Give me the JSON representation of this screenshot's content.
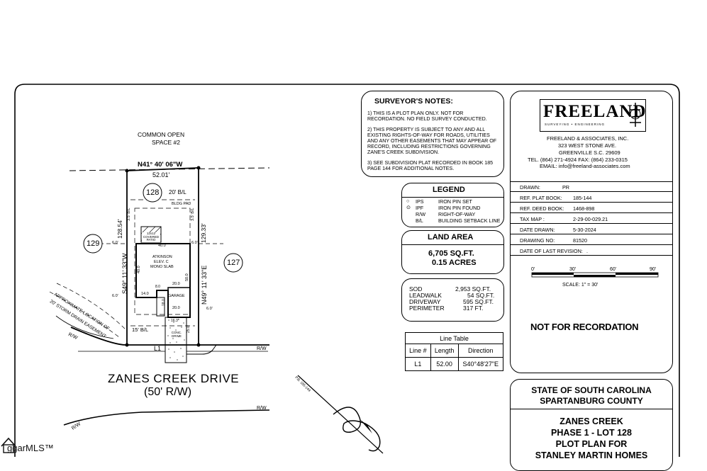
{
  "watermark": "ggarMLS™",
  "plan": {
    "common_space_line1": "COMMON OPEN",
    "common_space_line2": "SPACE #2",
    "north_bearing": "N41° 40' 06\"W",
    "north_distance": "52.01'",
    "lot_128": "128",
    "lot_129": "129",
    "lot_127": "127",
    "rear_setback": "20' B/L",
    "bldg_pad": "BLDG PAD",
    "west_bearing": "S49° 11' 33\"W",
    "west_distance": "128.54'",
    "east_bearing": "N49° 11' 33\"E",
    "east_distance": "129.33'",
    "side_setback_left": "3.5' B/L",
    "side_setback_right": "3.5' B/L",
    "covered_patio": "12x12 COVERED PATIO",
    "house_width": "40.0",
    "house_line1": "ATKINSON",
    "house_line2": "ELEV. C",
    "house_line3": "MONO SLAB",
    "house_depth": "40.0",
    "house_depth_right": "50.0",
    "garage": "GARAGE",
    "garage_width": "20.0",
    "garage_inset": "8.0",
    "garage_step": "14.0",
    "garage_side": "18.0",
    "garage_front": "20.0",
    "offset_left_1": "6.0'",
    "offset_left_2": "6.0'",
    "offset_right_1": "6.0'",
    "offset_right_2": "6.0'",
    "front_setback": "15' B/L",
    "drive_dim": "16.3'",
    "drive_depth": "25.0'",
    "drive_label": "CONC. DRIVE",
    "easement_line1": "APPROXIMATE LOCATION OF",
    "easement_line2": "20' STORM DRAIN EASEMENT",
    "rw_left": "R/W",
    "rw_right": "R/W",
    "rw_bottom_right": "R/W",
    "rw_bottom_left": "R/W",
    "line_label": "L1",
    "street_name": "ZANES CREEK DRIVE",
    "street_row": "(50' R/W)",
    "pointer_label": "P.B. 185-144"
  },
  "surveyor_notes": {
    "title": "SURVEYOR'S NOTES:",
    "notes": [
      "1) THIS IS A PLOT PLAN ONLY. NOT FOR\nRECORDATION. NO FIELD SURVEY CONDUCTED.",
      "2) THIS PROPERTY IS SUBJECT TO ANY AND ALL\nEXISTING RIGHTS-OF-WAY FOR ROADS, UTILITIES\nAND ANY OTHER EASEMENTS THAT MAY APPEAR OF\nRECORD, INCLUDING RESTRICTIONS GOVERNING\nZANE'S CREEK SUBDIVISION.",
      "3) SEE SUBDIVISION PLAT RECORDED IN BOOK 185\nPAGE 144 FOR ADDITIONAL NOTES."
    ]
  },
  "legend": {
    "title": "LEGEND",
    "items": [
      {
        "symbol": "IPS",
        "desc": "IRON PIN SET"
      },
      {
        "symbol": "IPF",
        "desc": "IRON PIN FOUND"
      },
      {
        "symbol": "R/W",
        "desc": "RIGHT-OF-WAY"
      },
      {
        "symbol": "B/L",
        "desc": "BUILDING SETBACK LINE"
      }
    ]
  },
  "land_area": {
    "title": "LAND AREA",
    "sqft": "6,705 SQ.FT.",
    "acres": "0.15 ACRES"
  },
  "areas": [
    {
      "label": "SOD",
      "value": "2,953 SQ.FT."
    },
    {
      "label": "LEADWALK",
      "value": "54 SQ.FT."
    },
    {
      "label": "DRIVEWAY",
      "value": "595 SQ.FT."
    },
    {
      "label": "PERIMETER",
      "value": "317 FT."
    }
  ],
  "line_table": {
    "title": "Line Table",
    "headers": [
      "Line #",
      "Length",
      "Direction"
    ],
    "rows": [
      [
        "L1",
        "52.00",
        "S40°48'27\"E"
      ]
    ]
  },
  "company": {
    "logo": "FREELAND",
    "logo_tagline": "SURVEYING • ENGINEERING",
    "name": "FREELAND & ASSOCIATES, INC.",
    "address": "323 WEST STONE AVE.",
    "city": "GREENVILLE S.C. 29609",
    "phone": "TEL. (864) 271-4924 FAX: (864) 233-0315",
    "email": "EMAIL: info@freeland-associates.com"
  },
  "title_block": {
    "drawn": {
      "label": "DRAWN:",
      "value": "PR"
    },
    "ref_plat": {
      "label": "REF. PLAT BOOK:",
      "value": "185-144"
    },
    "ref_deed": {
      "label": "REF. DEED BOOK:",
      "value": "1468-898"
    },
    "tax_map": {
      "label": "TAX MAP :",
      "value": "2-29-00-029.21"
    },
    "date_drawn": {
      "label": "DATE DRAWN:",
      "value": "5-30-2024"
    },
    "drawing_no": {
      "label": "DRAWING NO:",
      "value": "81520"
    },
    "revision": {
      "label": "DATE OF LAST REVISION:",
      "value": "."
    }
  },
  "scale": {
    "ticks": [
      "0'",
      "30'",
      "60'",
      "90'"
    ],
    "label": "SCALE: 1\" = 30'"
  },
  "not_for_recordation": "NOT FOR RECORDATION",
  "state_block": {
    "state": "STATE OF SOUTH CAROLINA",
    "county": "SPARTANBURG COUNTY",
    "subdivision": "ZANES CREEK",
    "lot": "PHASE 1 - LOT 128",
    "plan": "PLOT PLAN FOR",
    "client": "STANLEY MARTIN HOMES"
  }
}
